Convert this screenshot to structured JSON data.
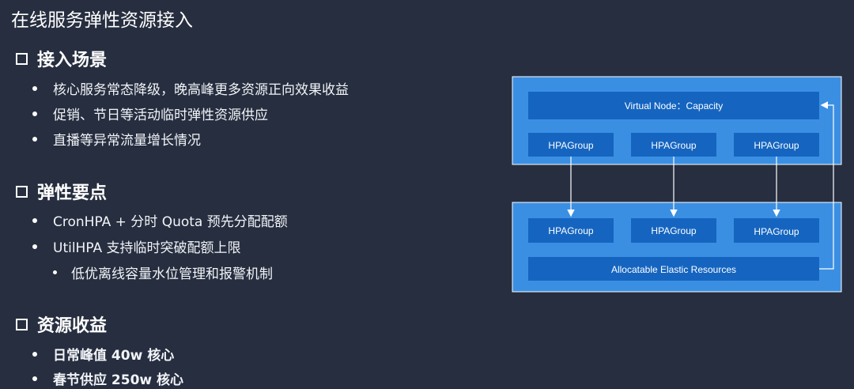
{
  "page_title": "在线服务弹性资源接入",
  "sections": [
    {
      "heading": "接入场景",
      "items": [
        "核心服务常态降级，晚高峰更多资源正向效果收益",
        "促销、节日等活动临时弹性资源供应",
        "直播等异常流量增长情况"
      ]
    },
    {
      "heading": "弹性要点",
      "items": [
        "CronHPA + 分时 Quota 预先分配配额",
        "UtilHPA 支持临时突破配额上限"
      ],
      "subitems": [
        "低优离线容量水位管理和报警机制"
      ]
    },
    {
      "heading": "资源收益",
      "items": [
        "日常峰值 40w 核心",
        "春节供应 250w 核心"
      ]
    }
  ],
  "diagram": {
    "virtual_node_label": "Virtual Node：Capacity",
    "top_groups": [
      "HPAGroup",
      "HPAGroup",
      "HPAGroup"
    ],
    "bottom_groups": [
      "HPAGroup",
      "HPAGroup",
      "HPAGroup"
    ],
    "resources_label": "Allocatable Elastic Resources",
    "colors": {
      "outer_fill": "#3a8fe3",
      "inner_fill": "#1565c0",
      "stroke": "#ffffff"
    }
  }
}
